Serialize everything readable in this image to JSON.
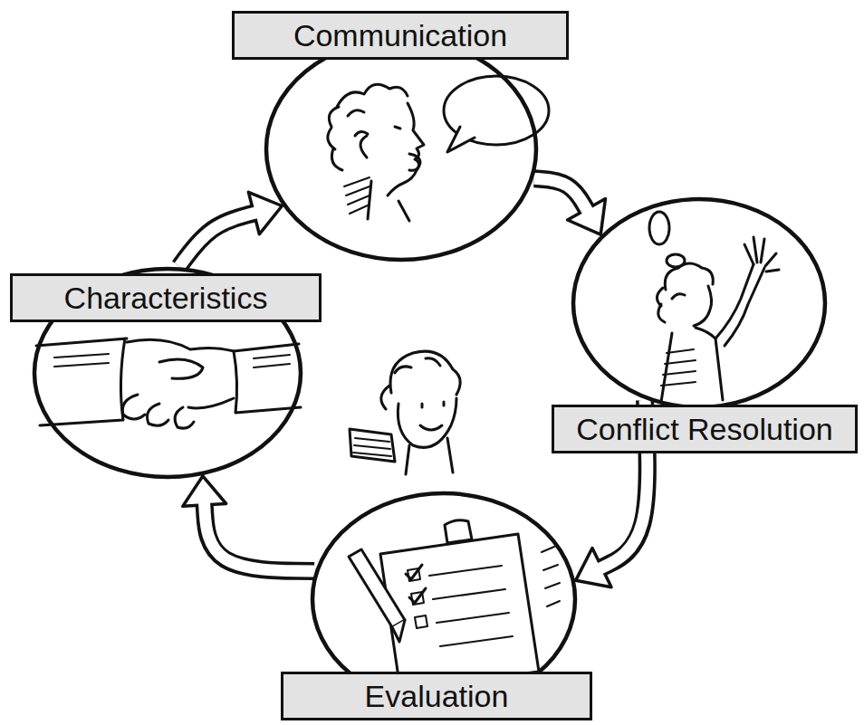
{
  "diagram": {
    "nodes": [
      {
        "text": [
          "Communication"
        ]
      },
      {
        "text": [
          "Characteristics"
        ]
      },
      {
        "text": [
          "Conflict Resolution"
        ]
      },
      {
        "text": [
          "Evaluation"
        ]
      }
    ],
    "edges": [
      {
        "from": 1,
        "to": 0,
        "arrow": "to"
      },
      {
        "from": 0,
        "to": 2,
        "arrow": "to"
      },
      {
        "from": 2,
        "to": 3,
        "arrow": "to"
      },
      {
        "from": 3,
        "to": 1,
        "arrow": "to"
      }
    ]
  }
}
